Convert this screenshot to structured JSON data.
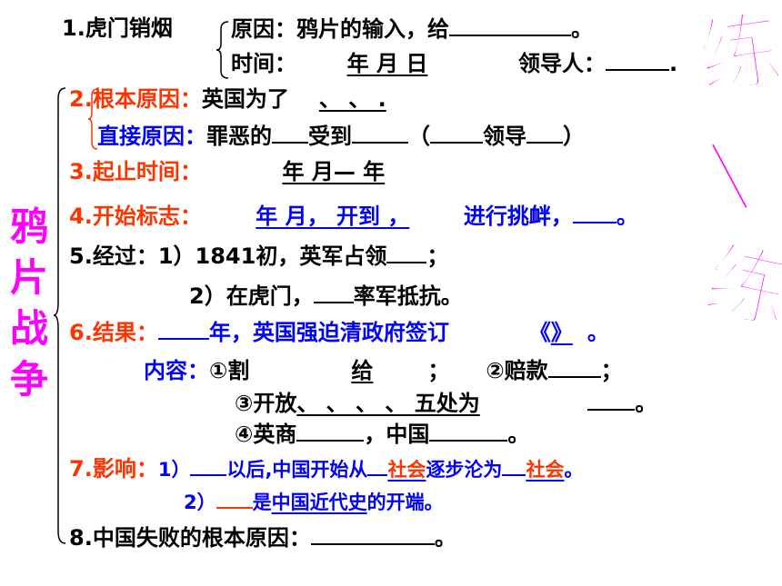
{
  "side_title": [
    "鸦",
    "片",
    "战",
    "争"
  ],
  "big_vertical": [
    "练",
    "一",
    "练"
  ],
  "line1": {
    "num": "1.",
    "topic": "虎门销烟",
    "reason": "原因：鸦片的输入，给",
    "reason_end": "。",
    "time": "时间：",
    "time_fill": "年    月    日",
    "leader": "领导人：",
    "leader_end": "."
  },
  "line2": {
    "num": "2.",
    "label": "根本原因：",
    "text": "英国为了",
    "fill": "、   、   ."
  },
  "line2b": {
    "label": "直接原因：",
    "t1": "罪恶的",
    "t2": "受到",
    "t3": "（",
    "t4": "领导",
    "t5": "）"
  },
  "line3": {
    "num": "3.",
    "label": "起止时间：",
    "fill": "年   月—       年"
  },
  "line4": {
    "num": "4.",
    "label": "开始标志：",
    "fill": "年  月，  开到   ，",
    "text": "进行挑衅，",
    "end": "。"
  },
  "line5": {
    "num": "5.",
    "text": "经过：1）1841初，英军占领",
    "end": "；"
  },
  "line5b": {
    "t1": "2）在虎门，",
    "t2": "率军抵抗。"
  },
  "line6": {
    "num": "6.",
    "label": "结果：",
    "t1": "年，英国强迫清政府签订",
    "fill_open": "《",
    "fill_close": "》",
    "end": "。"
  },
  "content": {
    "label": "内容：",
    "r1_a": "①割",
    "r1_b": "给",
    "r1_c": "；",
    "r1_d": "②赔款",
    "r1_e": "；",
    "r2_a": "③开放",
    "r2_b": "、     、     、     、  五处为",
    "r2_c": "。",
    "r3_a": "④英商",
    "r3_b": "，中国",
    "r3_c": "。"
  },
  "line7": {
    "num": "7.",
    "label": "影响：",
    "p1": "1）",
    "t1": "以后,中国开始从",
    "s1": "社会",
    "t2": "逐步沦为",
    "s2": "社会",
    "end": "。",
    "p2": "2）",
    "t3": "是",
    "t4": "中国近代史",
    "t5": "的开端。"
  },
  "line8": {
    "num": "8.",
    "text": "中国失败的根本原因：",
    "end": "。"
  }
}
